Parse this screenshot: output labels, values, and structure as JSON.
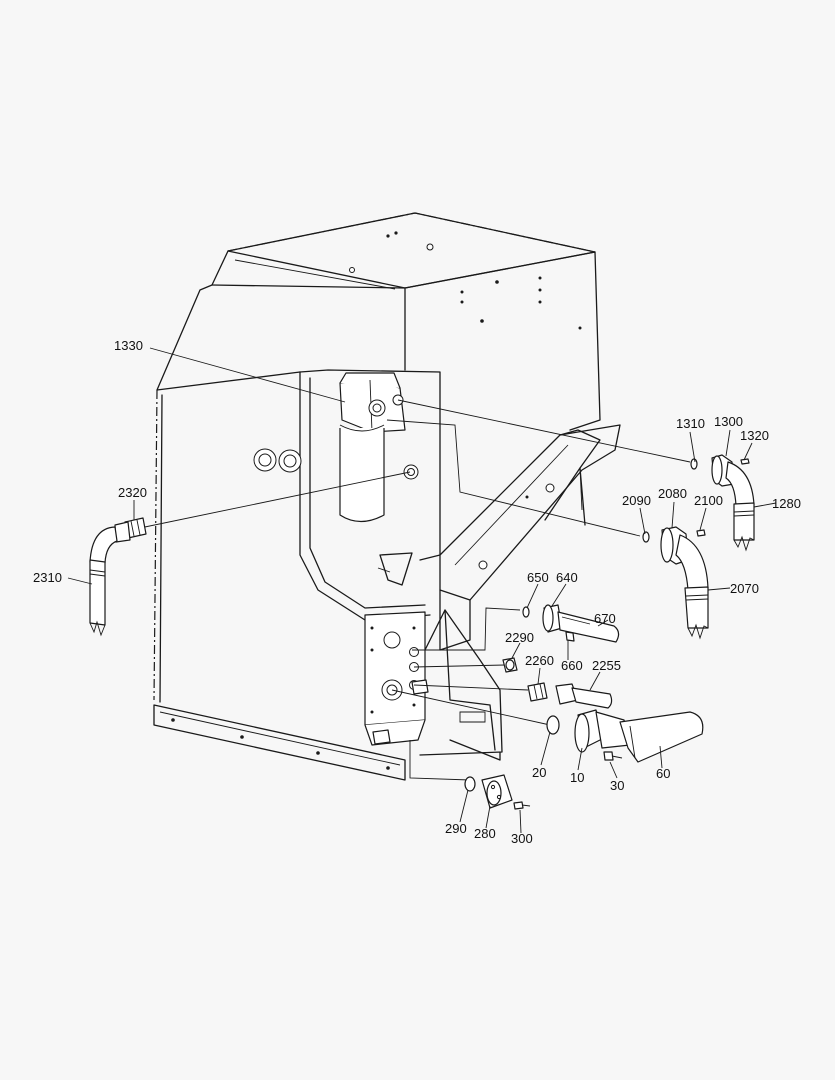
{
  "callouts": {
    "c1330": "1330",
    "c1310": "1310",
    "c1300": "1300",
    "c1320": "1320",
    "c1280": "1280",
    "c2320": "2320",
    "c2310": "2310",
    "c2090": "2090",
    "c2080": "2080",
    "c2100": "2100",
    "c2070": "2070",
    "c650": "650",
    "c640": "640",
    "c670": "670",
    "c2290": "2290",
    "c660": "660",
    "c2260": "2260",
    "c2255": "2255",
    "c20": "20",
    "c10": "10",
    "c30": "30",
    "c60": "60",
    "c290": "290",
    "c280": "280",
    "c300": "300"
  },
  "colors": {
    "background": "#f7f7f7",
    "linework": "#1a1a1a"
  }
}
